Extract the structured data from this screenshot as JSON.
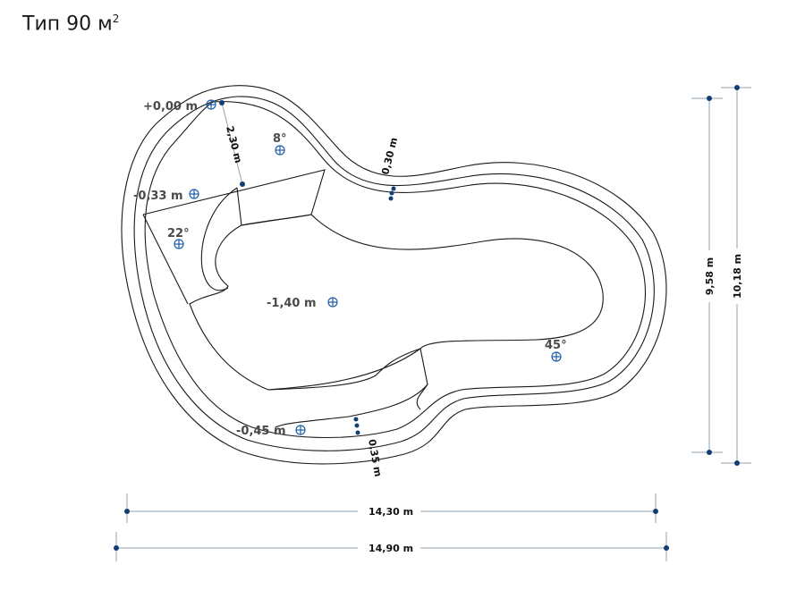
{
  "title": {
    "text": "Тип 90 м",
    "superscript": "2"
  },
  "levels": [
    {
      "label": "+0,00 m"
    },
    {
      "label": "-0,33 m"
    },
    {
      "label": "-1,40 m"
    },
    {
      "label": "-0,45 m"
    }
  ],
  "slopes": [
    {
      "label": "8°"
    },
    {
      "label": "22°"
    },
    {
      "label": "45°"
    }
  ],
  "dimensions": {
    "step_width": "2,30 m",
    "rim_top": "0,30 m",
    "rim_bottom": "0,35 m",
    "inner_length": "14,30 m",
    "outer_length": "14,90 m",
    "inner_width": "9,58 m",
    "outer_width": "10,18 m"
  },
  "colors": {
    "marker": "#1f5fa8",
    "dot": "#123f73",
    "dim_line": "#8fa3b5",
    "outline": "#1a1a1a"
  }
}
